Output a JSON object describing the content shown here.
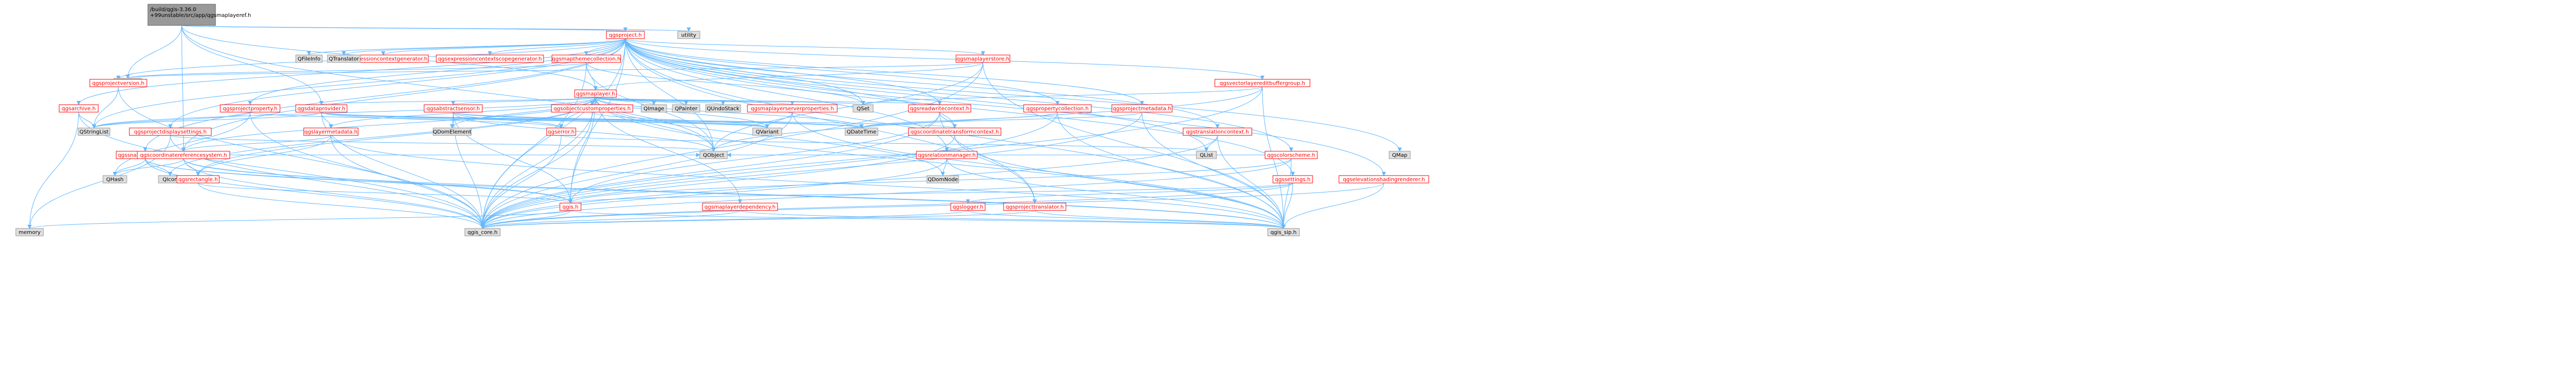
{
  "colors": {
    "root_fill": "#999999",
    "node_fill": "#ffffff",
    "node_border_red": "#ff0000",
    "node_border_gray": "#999999",
    "ext_fill": "#e0e0e0",
    "text_red": "#ff0000",
    "text_black": "#000000",
    "edge": "#63b8ff"
  },
  "nodes": [
    {
      "id": "root",
      "label": "/build/qgis-3.36.0+99unstable/src/app/qgsmaplayeref.h",
      "label_lines": [
        "/build/qgis-3.36.0",
        "+99unstable/src/app/qgsmaplayeref.h"
      ],
      "kind": "root"
    },
    {
      "id": "qgsproject",
      "label": "qgsproject.h",
      "kind": "local"
    },
    {
      "id": "utility",
      "label": "utility",
      "kind": "ext"
    },
    {
      "id": "qgsmaplayer",
      "label": "qgsmaplayer.h",
      "kind": "local"
    },
    {
      "id": "qgsmaplayerstore",
      "label": "qgsmaplayerstore.h",
      "kind": "local"
    },
    {
      "id": "qgsmapthemecollection",
      "label": "qgsmapthemecollection.h",
      "kind": "local"
    },
    {
      "id": "qgsexpressioncontextgenerator",
      "label": "qgsexpressioncontextgenerator.h",
      "kind": "local"
    },
    {
      "id": "qgsexpressioncontextscopegenerator",
      "label": "qgsexpressioncontextscopegenerator.h",
      "kind": "local"
    },
    {
      "id": "qfileinfo",
      "label": "QFileInfo",
      "kind": "ext"
    },
    {
      "id": "qtranslator",
      "label": "QTranslator",
      "kind": "ext"
    },
    {
      "id": "qpointer",
      "label": "QPointer",
      "kind": "ext"
    },
    {
      "id": "qgsarchive",
      "label": "qgsarchive.h",
      "kind": "local"
    },
    {
      "id": "qgsprojectversion",
      "label": "qgsprojectversion.h",
      "kind": "local"
    },
    {
      "id": "qgsprojectproperty",
      "label": "qgsprojectproperty.h",
      "kind": "local"
    },
    {
      "id": "qgsprojectdisplaysettings",
      "label": "qgsprojectdisplaysettings.h",
      "kind": "local"
    },
    {
      "id": "qgssnappingconfig",
      "label": "qgssnappingconfig.h",
      "kind": "local"
    },
    {
      "id": "qgsdataprovider",
      "label": "qgsdataprovider.h",
      "kind": "local"
    },
    {
      "id": "qgsabstractsensor",
      "label": "qgsabstractsensor.h",
      "kind": "local"
    },
    {
      "id": "qgsobjectcustomproperties",
      "label": "qgsobjectcustomproperties.h",
      "kind": "local"
    },
    {
      "id": "qimage",
      "label": "QImage",
      "kind": "ext"
    },
    {
      "id": "qpainter",
      "label": "QPainter",
      "kind": "ext"
    },
    {
      "id": "qundostack",
      "label": "QUndoStack",
      "kind": "ext"
    },
    {
      "id": "qgsmaplayerserverproperties",
      "label": "qgsmaplayerserverproperties.h",
      "kind": "local"
    },
    {
      "id": "qgsreadwritecontext",
      "label": "qgsreadwritecontext.h",
      "kind": "local"
    },
    {
      "id": "qset",
      "label": "QSet",
      "kind": "ext"
    },
    {
      "id": "qgsvectorlayereditbuffergroup",
      "label": "qgsvectorlayereditbuffergroup.h",
      "kind": "local"
    },
    {
      "id": "qgspropertycollection",
      "label": "qgspropertycollection.h",
      "kind": "local"
    },
    {
      "id": "qgsprojectmetadata",
      "label": "qgsprojectmetadata.h",
      "kind": "local"
    },
    {
      "id": "qgstranslationcontext",
      "label": "qgstranslationcontext.h",
      "kind": "local"
    },
    {
      "id": "qgscolorscheme",
      "label": "qgscolorscheme.h",
      "kind": "local"
    },
    {
      "id": "qgselevationshadingrenderer",
      "label": "qgselevationshadingrenderer.h",
      "kind": "local"
    },
    {
      "id": "qgsrelationmanager",
      "label": "qgsrelationmanager.h",
      "kind": "local"
    },
    {
      "id": "qstringlist",
      "label": "QStringList",
      "kind": "ext"
    },
    {
      "id": "qdomelement",
      "label": "QDomElement",
      "kind": "ext"
    },
    {
      "id": "qgslayermetadata",
      "label": "qgslayermetadata.h",
      "kind": "local"
    },
    {
      "id": "qgserror",
      "label": "qgserror.h",
      "kind": "local"
    },
    {
      "id": "qvariant",
      "label": "QVariant",
      "kind": "ext"
    },
    {
      "id": "qdatetime",
      "label": "QDateTime",
      "kind": "ext"
    },
    {
      "id": "qgscoordinatetransformcontext",
      "label": "qgscoordinatetransformcontext.h",
      "kind": "local"
    },
    {
      "id": "qlist",
      "label": "QList",
      "kind": "ext"
    },
    {
      "id": "qgscoordinatereferencesystem",
      "label": "qgscoordinatereferencesystem.h",
      "kind": "local"
    },
    {
      "id": "qdomnode",
      "label": "QDomNode",
      "kind": "ext"
    },
    {
      "id": "qobject",
      "label": "QObject",
      "kind": "ext"
    },
    {
      "id": "qmap",
      "label": "QMap",
      "kind": "ext"
    },
    {
      "id": "qgssettings",
      "label": "qgssettings.h",
      "kind": "local"
    },
    {
      "id": "qhash",
      "label": "QHash",
      "kind": "ext"
    },
    {
      "id": "qicon",
      "label": "QIcon",
      "kind": "ext"
    },
    {
      "id": "qgsrectangle",
      "label": "qgsrectangle.h",
      "kind": "local"
    },
    {
      "id": "qgs",
      "label": "qgis.h",
      "kind": "local"
    },
    {
      "id": "qgsmaplayerdependency",
      "label": "qgsmaplayerdependency.h",
      "kind": "local"
    },
    {
      "id": "qgslogger",
      "label": "qgslogger.h",
      "kind": "local"
    },
    {
      "id": "qgsprojecttranslator",
      "label": "qgsprojecttranslator.h",
      "kind": "local"
    },
    {
      "id": "memory",
      "label": "memory",
      "kind": "ext"
    },
    {
      "id": "qgis_core",
      "label": "qgis_core.h",
      "kind": "ext"
    },
    {
      "id": "qgis_sip",
      "label": "qgis_sip.h",
      "kind": "ext"
    }
  ],
  "edges": [
    [
      "root",
      "qgsproject"
    ],
    [
      "root",
      "utility"
    ],
    [
      "root",
      "qgsmaplayer"
    ],
    [
      "root",
      "qpointer"
    ],
    [
      "root",
      "qgsdataprovider"
    ],
    [
      "root",
      "qobject"
    ],
    [
      "root",
      "qgscoordinatereferencesystem"
    ],
    [
      "qgsproject",
      "qgsmaplayerstore"
    ],
    [
      "qgsproject",
      "qgsmapthemecollection"
    ],
    [
      "qgsproject",
      "qgsexpressioncontextgenerator"
    ],
    [
      "qgsproject",
      "qgsexpressioncontextscopegenerator"
    ],
    [
      "qgsproject",
      "qfileinfo"
    ],
    [
      "qgsproject",
      "qtranslator"
    ],
    [
      "qgsproject",
      "qgsarchive"
    ],
    [
      "qgsproject",
      "qgsprojectversion"
    ],
    [
      "qgsproject",
      "qgsprojectproperty"
    ],
    [
      "qgsproject",
      "qgsprojectdisplaysettings"
    ],
    [
      "qgsproject",
      "qgssnappingconfig"
    ],
    [
      "qgsproject",
      "qgsreadwritecontext"
    ],
    [
      "qgsproject",
      "qgsvectorlayereditbuffergroup"
    ],
    [
      "qgsproject",
      "qgspropertycollection"
    ],
    [
      "qgsproject",
      "qgsprojectmetadata"
    ],
    [
      "qgsproject",
      "qgstranslationcontext"
    ],
    [
      "qgsproject",
      "qgscolorscheme"
    ],
    [
      "qgsproject",
      "qgselevationshadingrenderer"
    ],
    [
      "qgsproject",
      "qgsrelationmanager"
    ],
    [
      "qgsproject",
      "qstringlist"
    ],
    [
      "qgsproject",
      "qlist"
    ],
    [
      "qgsproject",
      "qset"
    ],
    [
      "qgsproject",
      "qgscoordinatetransformcontext"
    ],
    [
      "qgsproject",
      "qgscoordinatereferencesystem"
    ],
    [
      "qgsproject",
      "qgssettings"
    ],
    [
      "qgsproject",
      "qgsprojecttranslator"
    ],
    [
      "qgsproject",
      "qgis_core"
    ],
    [
      "qgsproject",
      "qgis_sip"
    ],
    [
      "qgsproject",
      "qobject"
    ],
    [
      "qgsproject",
      "qgs"
    ],
    [
      "qgsproject",
      "qmap"
    ],
    [
      "qgsmaplayerstore",
      "qgsmaplayer"
    ],
    [
      "qgsmaplayerstore",
      "qobject"
    ],
    [
      "qgsmaplayerstore",
      "qgis_core"
    ],
    [
      "qgsmaplayerstore",
      "qgis_sip"
    ],
    [
      "qgsmaplayerstore",
      "qpointer"
    ],
    [
      "qgsmapthemecollection",
      "qgsmaplayer"
    ],
    [
      "qgsmapthemecollection",
      "qobject"
    ],
    [
      "qgsmapthemecollection",
      "qset"
    ],
    [
      "qgsmapthemecollection",
      "qgis_core"
    ],
    [
      "qgsmapthemecollection",
      "qpointer"
    ],
    [
      "qgsmaplayer",
      "qgsdataprovider"
    ],
    [
      "qgsmaplayer",
      "qgsabstractsensor"
    ],
    [
      "qgsmaplayer",
      "qgsobjectcustomproperties"
    ],
    [
      "qgsmaplayer",
      "qimage"
    ],
    [
      "qgsmaplayer",
      "qpainter"
    ],
    [
      "qgsmaplayer",
      "qundostack"
    ],
    [
      "qgsmaplayer",
      "qgsmaplayerserverproperties"
    ],
    [
      "qgsmaplayer",
      "qgsreadwritecontext"
    ],
    [
      "qgsmaplayer",
      "qset"
    ],
    [
      "qgsmaplayer",
      "qstringlist"
    ],
    [
      "qgsmaplayer",
      "qdomelement"
    ],
    [
      "qgsmaplayer",
      "qgslayermetadata"
    ],
    [
      "qgsmaplayer",
      "qgserror"
    ],
    [
      "qgsmaplayer",
      "qvariant"
    ],
    [
      "qgsmaplayer",
      "qdatetime"
    ],
    [
      "qgsmaplayer",
      "qgsrectangle"
    ],
    [
      "qgsmaplayer",
      "qgsmaplayerdependency"
    ],
    [
      "qgsmaplayer",
      "qgscoordinatereferencesystem"
    ],
    [
      "qgsmaplayer",
      "qgs"
    ],
    [
      "qgsmaplayer",
      "qgis_core"
    ],
    [
      "qgsmaplayer",
      "qgis_sip"
    ],
    [
      "qgsmaplayer",
      "qobject"
    ],
    [
      "qgsmaplayer",
      "qicon"
    ],
    [
      "qgsmaplayer",
      "qdomnode"
    ],
    [
      "qgsdataprovider",
      "qstringlist"
    ],
    [
      "qgsdataprovider",
      "qgslayermetadata"
    ],
    [
      "qgsdataprovider",
      "qgserror"
    ],
    [
      "qgsdataprovider",
      "qdatetime"
    ],
    [
      "qgsdataprovider",
      "qvariant"
    ],
    [
      "qgsdataprovider",
      "qgscoordinatetransformcontext"
    ],
    [
      "qgsdataprovider",
      "qgis_core"
    ],
    [
      "qgsabstractsensor",
      "qgserror"
    ],
    [
      "qgsabstractsensor",
      "qvariant"
    ],
    [
      "qgsabstractsensor",
      "qdatetime"
    ],
    [
      "qgsabstractsensor",
      "qdomelement"
    ],
    [
      "qgsabstractsensor",
      "qobject"
    ],
    [
      "qgsabstractsensor",
      "qgs"
    ],
    [
      "qgsabstractsensor",
      "qgis_core"
    ],
    [
      "qgsobjectcustomproperties",
      "qvariant"
    ],
    [
      "qgsobjectcustomproperties",
      "qgis_core"
    ],
    [
      "qgsmaplayerserverproperties",
      "qvariant"
    ],
    [
      "qgsmaplayerserverproperties",
      "qgis_core"
    ],
    [
      "qgsmaplayerserverproperties",
      "qgis_sip"
    ],
    [
      "qgsreadwritecontext",
      "qgscoordinatetransformcontext"
    ],
    [
      "qgsreadwritecontext",
      "qgis_core"
    ],
    [
      "qgsreadwritecontext",
      "qgs"
    ],
    [
      "qgsreadwritecontext",
      "qgsprojecttranslator"
    ],
    [
      "qgsvectorlayereditbuffergroup",
      "qobject"
    ],
    [
      "qgsvectorlayereditbuffergroup",
      "qset"
    ],
    [
      "qgsvectorlayereditbuffergroup",
      "qgis_core"
    ],
    [
      "qgsvectorlayereditbuffergroup",
      "qgis_sip"
    ],
    [
      "qgspropertycollection",
      "qgis_core"
    ],
    [
      "qgspropertycollection",
      "qgis_sip"
    ],
    [
      "qgspropertycollection",
      "qdatetime"
    ],
    [
      "qgsprojectmetadata",
      "qdatetime"
    ],
    [
      "qgsprojectmetadata",
      "qgis_core"
    ],
    [
      "qgsprojectmetadata",
      "qgis_sip"
    ],
    [
      "qgstranslationcontext",
      "qlist"
    ],
    [
      "qgstranslationcontext",
      "qgis_core"
    ],
    [
      "qgstranslationcontext",
      "qgis_sip"
    ],
    [
      "qgscolorscheme",
      "qobject"
    ],
    [
      "qgscolorscheme",
      "qgis_core"
    ],
    [
      "qgscolorscheme",
      "qgis_sip"
    ],
    [
      "qgscolorscheme",
      "qgs"
    ],
    [
      "qgselevationshadingrenderer",
      "qgis_core"
    ],
    [
      "qgselevationshadingrenderer",
      "qgis_sip"
    ],
    [
      "qgsrelationmanager",
      "qobject"
    ],
    [
      "qgsrelationmanager",
      "qdomnode"
    ],
    [
      "qgsrelationmanager",
      "qgis_core"
    ],
    [
      "qgsrelationmanager",
      "qgis_sip"
    ],
    [
      "qgsprojectproperty",
      "qstringlist"
    ],
    [
      "qgsprojectproperty",
      "qhash"
    ],
    [
      "qgsprojectproperty",
      "qvariant"
    ],
    [
      "qgsprojectproperty",
      "qgis_core"
    ],
    [
      "qgsprojectversion",
      "qstringlist"
    ],
    [
      "qgsprojectversion",
      "qgis_core"
    ],
    [
      "qgsarchive",
      "qgis_core"
    ],
    [
      "qgsarchive",
      "memory"
    ],
    [
      "qgsarchive",
      "qstringlist"
    ],
    [
      "qgsprojectdisplaysettings",
      "qobject"
    ],
    [
      "qgsprojectdisplaysettings",
      "memory"
    ],
    [
      "qgsprojectdisplaysettings",
      "qgis_core"
    ],
    [
      "qgssnappingconfig",
      "qgis_core"
    ],
    [
      "qgssnappingconfig",
      "qgis_sip"
    ],
    [
      "qgssnappingconfig",
      "qhash"
    ],
    [
      "qgssnappingconfig",
      "qgs"
    ],
    [
      "qgssnappingconfig",
      "qicon"
    ],
    [
      "qgslayermetadata",
      "qgscoordinatereferencesystem"
    ],
    [
      "qgslayermetadata",
      "qgis_core"
    ],
    [
      "qgslayermetadata",
      "qgis_sip"
    ],
    [
      "qgslayermetadata",
      "qgsrectangle"
    ],
    [
      "qgserror",
      "qlist"
    ],
    [
      "qgserror",
      "qgis_core"
    ],
    [
      "qgscoordinatetransformcontext",
      "qgis_core"
    ],
    [
      "qgscoordinatetransformcontext",
      "qgis_sip"
    ],
    [
      "qgscoordinatereferencesystem",
      "qgis_core"
    ],
    [
      "qgscoordinatereferencesystem",
      "qgis_sip"
    ],
    [
      "qgscoordinatereferencesystem",
      "qgs"
    ],
    [
      "qgscoordinatereferencesystem",
      "qhash"
    ],
    [
      "qgscoordinatereferencesystem",
      "qobject"
    ],
    [
      "qgscoordinatereferencesystem",
      "qgsrectangle"
    ],
    [
      "qgsrectangle",
      "qgis_core"
    ],
    [
      "qgsrectangle",
      "qgs"
    ],
    [
      "qgs",
      "qgis_core"
    ],
    [
      "qgs",
      "qgis_sip"
    ],
    [
      "qgs",
      "memory"
    ],
    [
      "qgsmaplayerdependency",
      "qgis_core"
    ],
    [
      "qgsmaplayerdependency",
      "qgis_sip"
    ],
    [
      "qgssettings",
      "qgis_core"
    ],
    [
      "qgssettings",
      "qgis_sip"
    ],
    [
      "qgssettings",
      "qgslogger"
    ],
    [
      "qgssettings",
      "qgs"
    ],
    [
      "qgslogger",
      "qgis_core"
    ],
    [
      "qgslogger",
      "qgis_sip"
    ],
    [
      "qgsprojecttranslator",
      "qgis_core"
    ],
    [
      "qgsprojecttranslator",
      "qgis_sip"
    ]
  ]
}
